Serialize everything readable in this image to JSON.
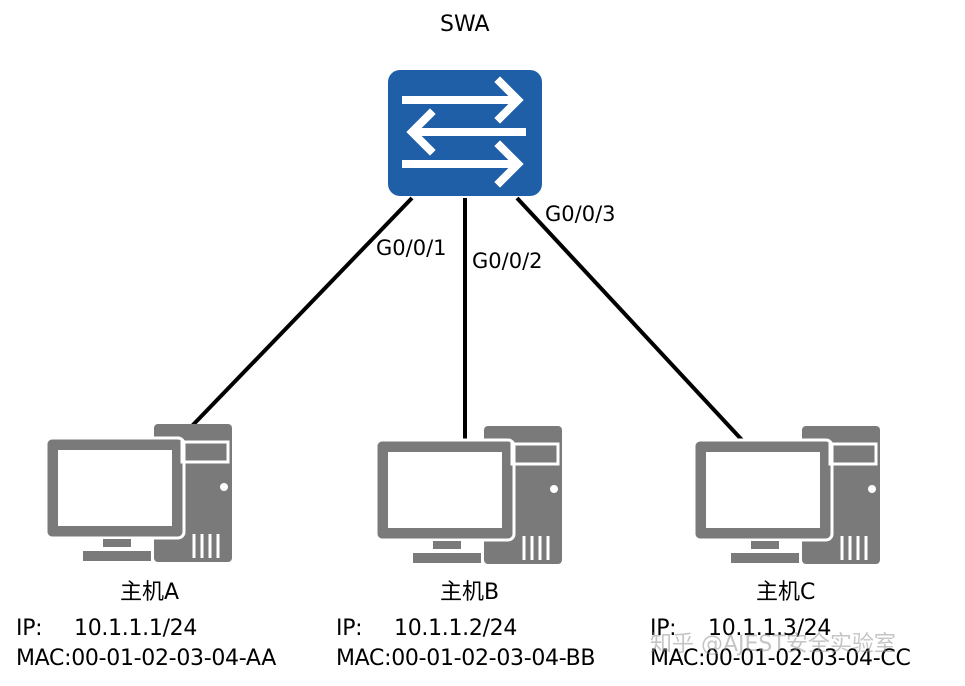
{
  "switch": {
    "name": "SWA",
    "icon": "switch-icon",
    "color": "#1f5fa8"
  },
  "links": [
    {
      "port": "G0/0/1",
      "to": "主机A"
    },
    {
      "port": "G0/0/2",
      "to": "主机B"
    },
    {
      "port": "G0/0/3",
      "to": "主机C"
    }
  ],
  "hosts": [
    {
      "name": "主机A",
      "ip_label": "IP:",
      "ip": "10.1.1.1/24",
      "mac_label": "MAC:",
      "mac": "00-01-02-03-04-AA",
      "icon": "pc-icon"
    },
    {
      "name": "主机B",
      "ip_label": "IP:",
      "ip": "10.1.1.2/24",
      "mac_label": "MAC:",
      "mac": "00-01-02-03-04-BB",
      "icon": "pc-icon"
    },
    {
      "name": "主机C",
      "ip_label": "IP:",
      "ip": "10.1.1.3/24",
      "mac_label": "MAC:",
      "mac": "00-01-02-03-04-CC",
      "icon": "pc-icon"
    }
  ],
  "colors": {
    "pc": "#7a7a7a",
    "line": "#000000"
  },
  "watermark": "知乎 @AJEST安全实验室"
}
